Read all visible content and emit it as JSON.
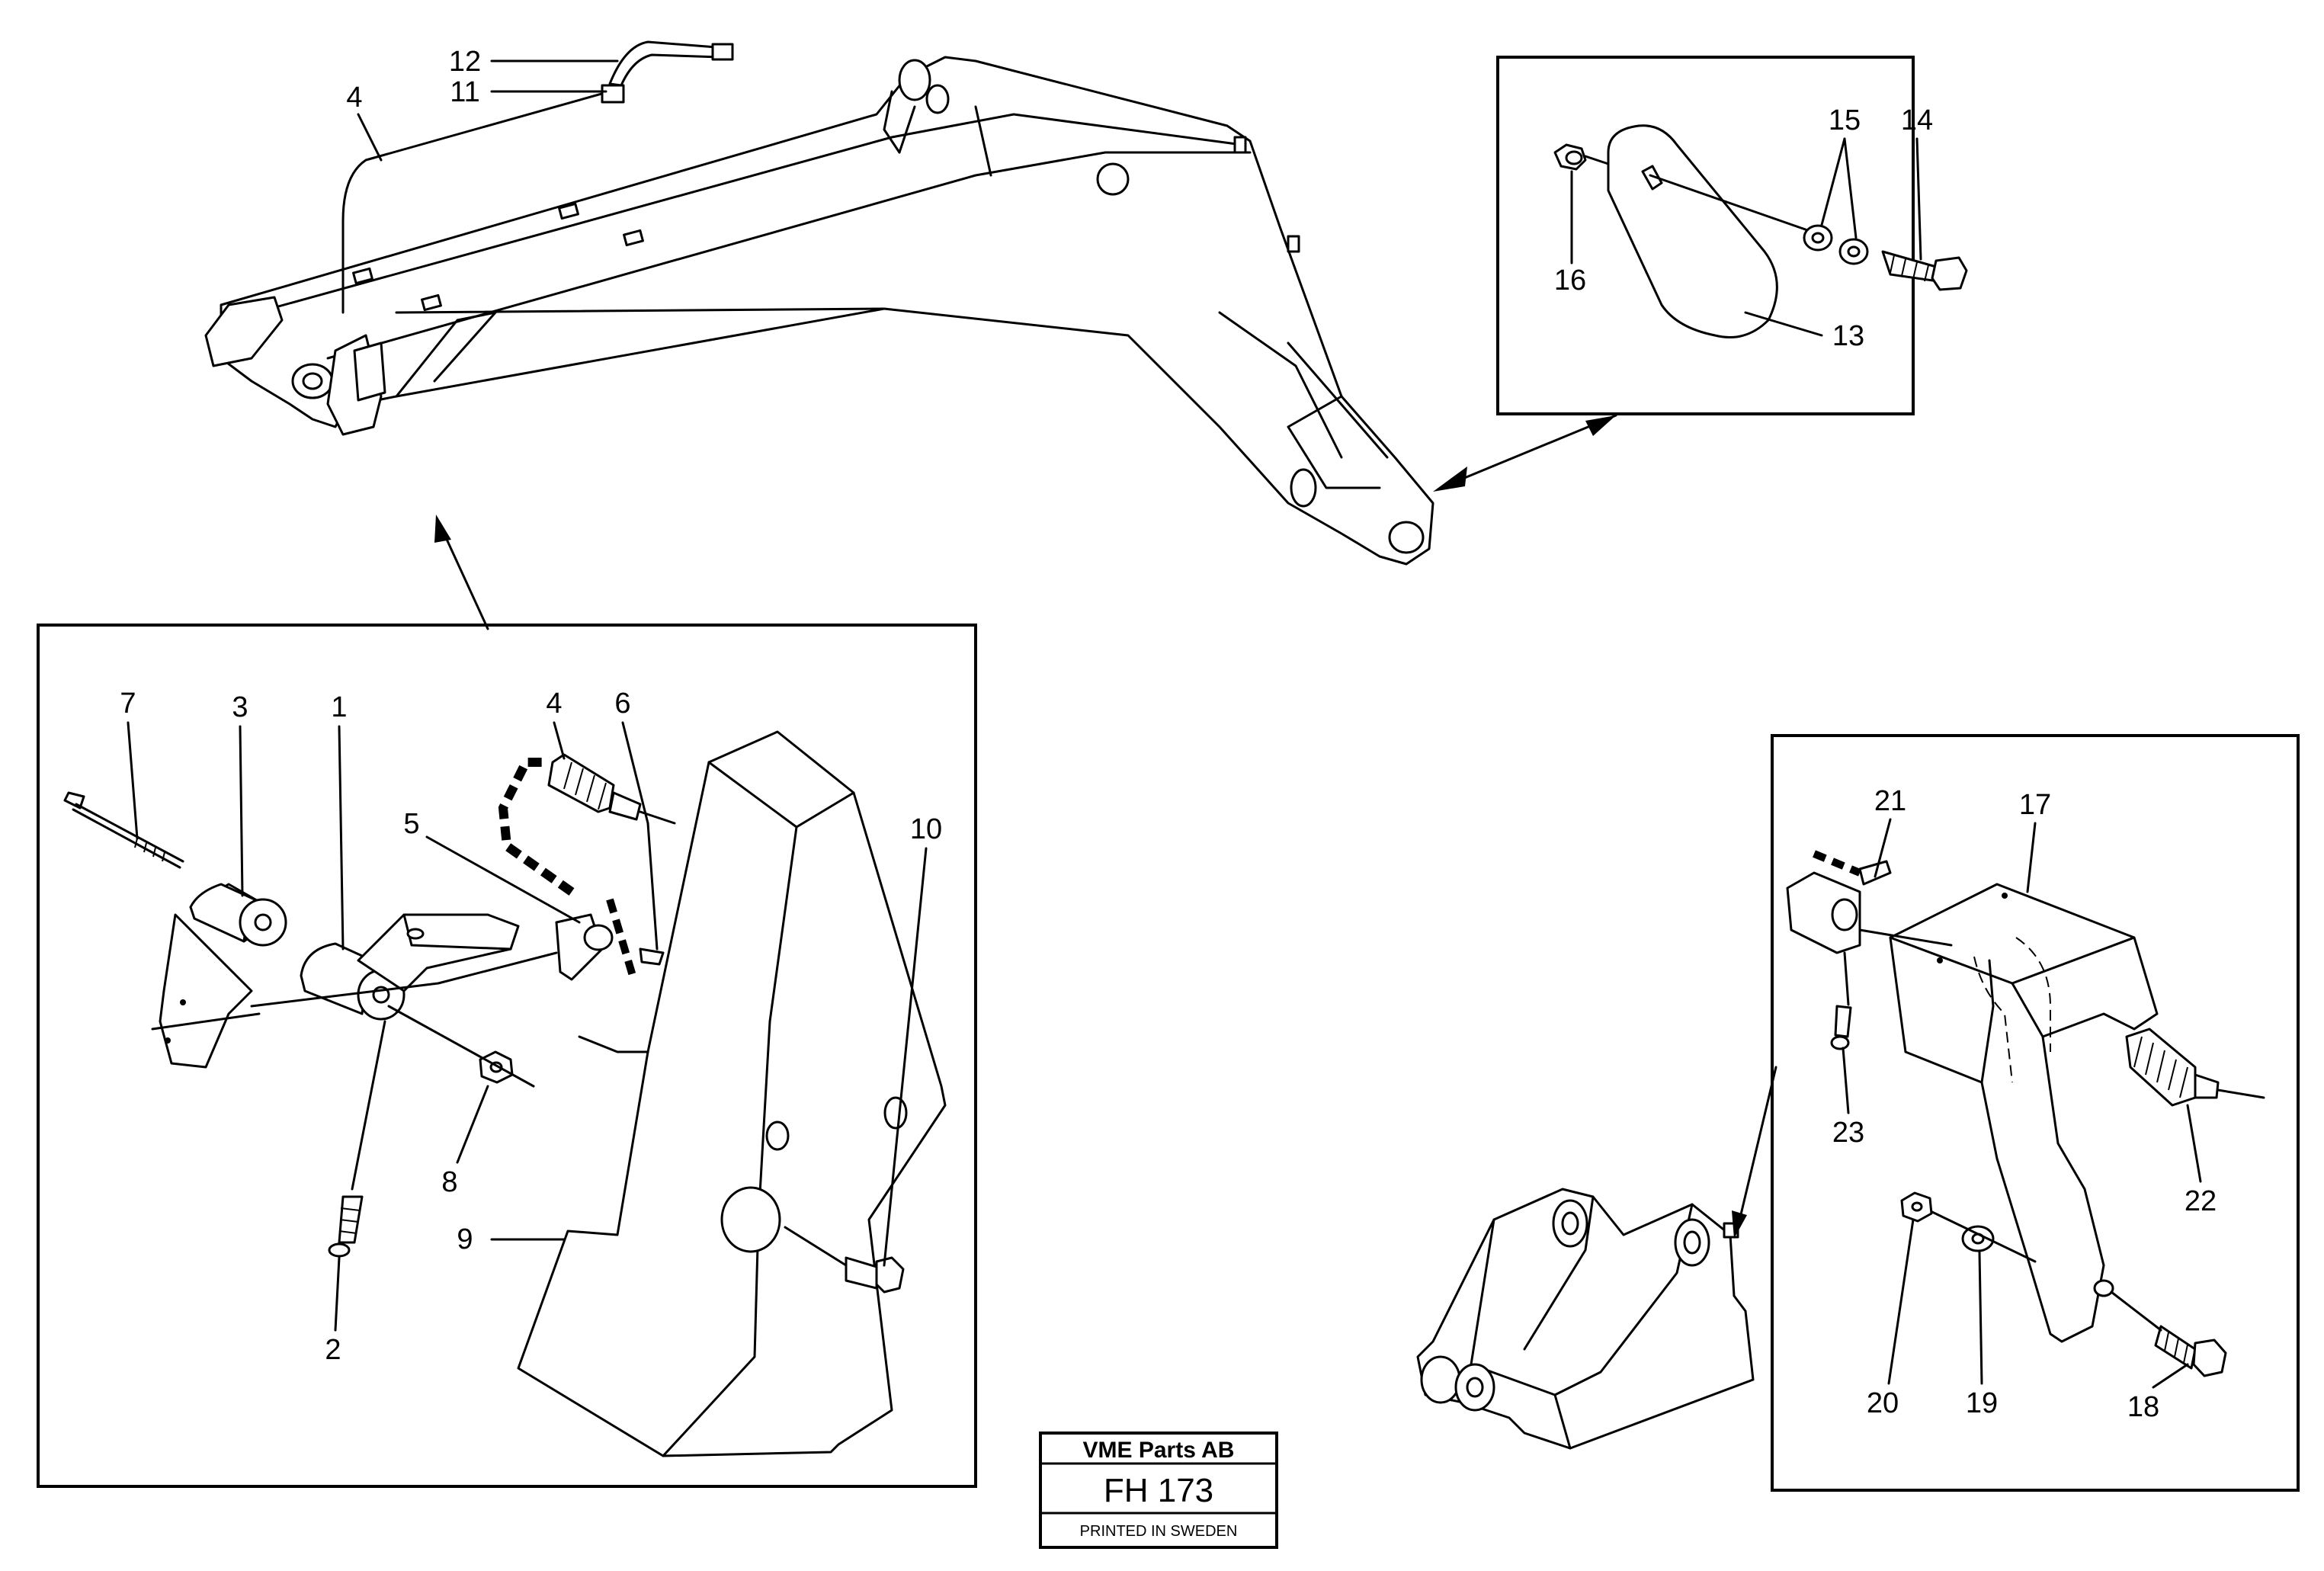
{
  "title_block": {
    "company": "VME Parts AB",
    "code": "FH 173",
    "footer": "PRINTED IN SWEDEN"
  },
  "callouts": {
    "top": [
      "12",
      "11",
      "4"
    ],
    "top_right": [
      "15",
      "14",
      "16",
      "13"
    ],
    "left": [
      "7",
      "3",
      "1",
      "4",
      "6",
      "5",
      "10",
      "8",
      "9",
      "2"
    ],
    "right": [
      "21",
      "17",
      "23",
      "22",
      "20",
      "19",
      "18"
    ]
  }
}
